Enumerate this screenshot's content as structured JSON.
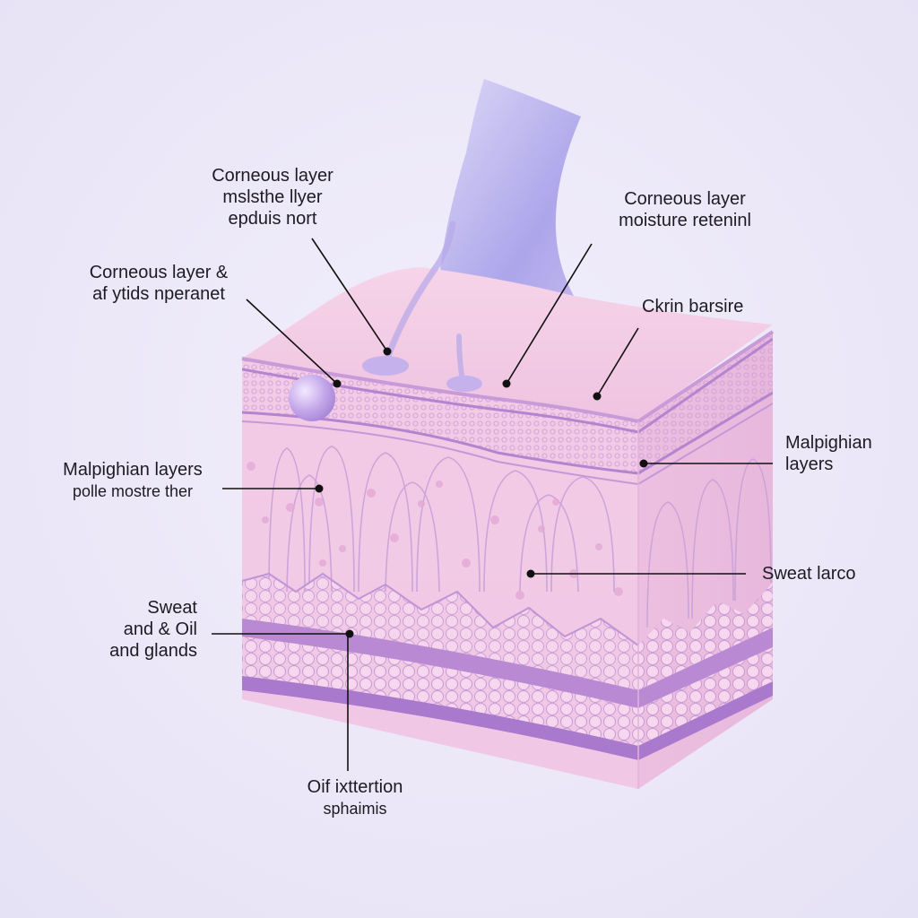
{
  "labels": {
    "top_left": [
      "Corneous layer",
      "mslsthe llyer",
      "epduis nort"
    ],
    "top_right": [
      "Corneous layer",
      "moisture reteninl"
    ],
    "left_upper": [
      "Corneous layer &",
      "af ytids nperanet"
    ],
    "right_barrier": [
      "Ckrin barsire"
    ],
    "left_middle": [
      "Malpighian layers",
      "polle mostre ther"
    ],
    "right_middle": [
      "Malpighian",
      "layers"
    ],
    "right_lower": [
      "Sweat larco"
    ],
    "left_lower": [
      "Sweat",
      "and & Oil",
      "and glands"
    ],
    "bottom": [
      "Oif ixttertion",
      "sphaimis"
    ]
  },
  "colors": {
    "background": "#ece9f8",
    "skin_front": "#f1c9e6",
    "skin_top": "#f4cfe6",
    "layer_purple": "#b98ad3",
    "deep_purple": "#9a6cc0",
    "hair_lavender": "#b7b1ec"
  }
}
